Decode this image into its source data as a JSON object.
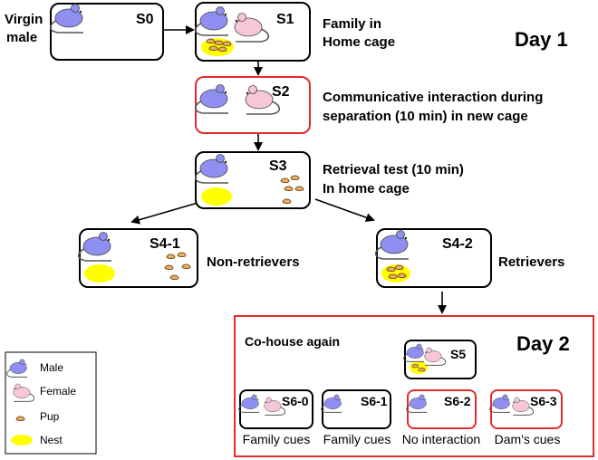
{
  "colors": {
    "male": "#8f8ff2",
    "female": "#f7c6d8",
    "pup": "#c98e3a",
    "nest": "#ffff00",
    "red_border": "#e22b2b",
    "black_border": "#000000"
  },
  "start": {
    "line1": "Virgin",
    "line2": "male"
  },
  "day1_label": "Day 1",
  "day2_label": "Day 2",
  "stages": {
    "s0": {
      "id": "S0"
    },
    "s1": {
      "id": "S1",
      "desc1": "Family in",
      "desc2": "Home cage"
    },
    "s2": {
      "id": "S2",
      "desc1": "Communicative interaction during",
      "desc2": "separation (10 min) in new cage"
    },
    "s3": {
      "id": "S3",
      "desc1": "Retrieval test (10 min)",
      "desc2": "In home cage"
    },
    "s4_1": {
      "id": "S4-1",
      "desc": "Non-retrievers"
    },
    "s4_2": {
      "id": "S4-2",
      "desc": "Retrievers"
    },
    "s5": {
      "id": "S5"
    },
    "s6_0": {
      "id": "S6-0",
      "caption": "Family cues"
    },
    "s6_1": {
      "id": "S6-1",
      "caption": "Family cues"
    },
    "s6_2": {
      "id": "S6-2",
      "caption": "No interaction"
    },
    "s6_3": {
      "id": "S6-3",
      "caption": "Dam's cues"
    }
  },
  "cohouse_label": "Co-house again",
  "legend": [
    {
      "icon": "male-mouse-icon",
      "label": "Male"
    },
    {
      "icon": "female-mouse-icon",
      "label": "Female"
    },
    {
      "icon": "pup-icon",
      "label": "Pup"
    },
    {
      "icon": "nest-icon",
      "label": "Nest"
    }
  ]
}
